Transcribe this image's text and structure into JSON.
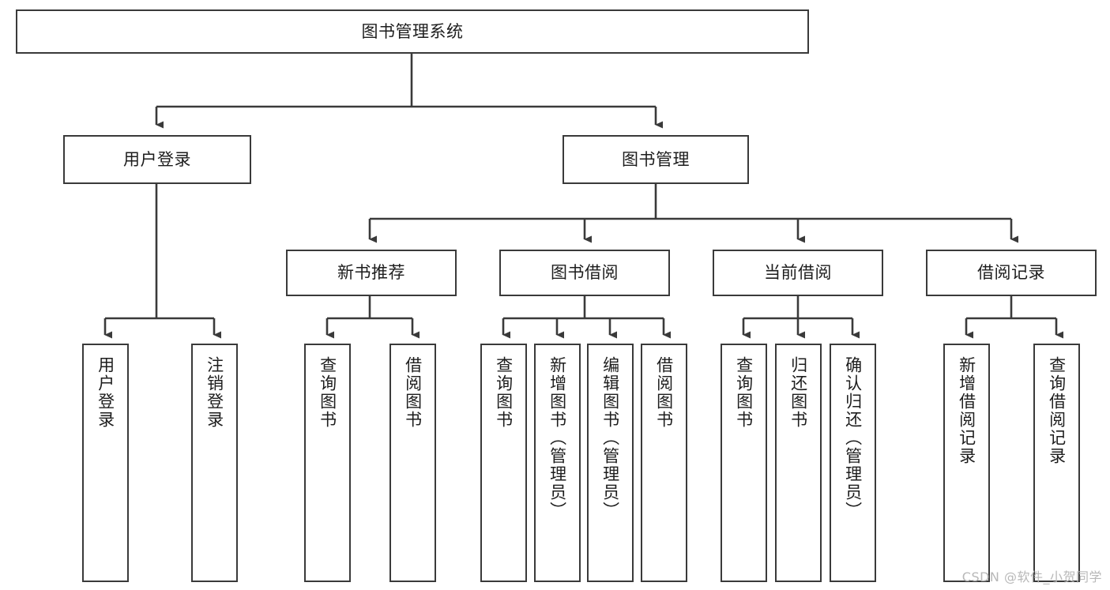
{
  "diagram": {
    "title": "图书管理系统",
    "type": "tree-hierarchy-diagram",
    "colors": {
      "box_border": "#3a3a3a",
      "box_fill": "#ffffff",
      "connector": "#3a3a3a",
      "text": "#1d1d1d",
      "watermark": "#b8b8b8",
      "background": "#ffffff"
    },
    "root": {
      "label": "图书管理系统"
    },
    "level2": [
      {
        "id": "user-login",
        "label": "用户登录"
      },
      {
        "id": "book-manage",
        "label": "图书管理"
      }
    ],
    "level3": [
      {
        "id": "new-book-recommend",
        "label": "新书推荐"
      },
      {
        "id": "book-borrow",
        "label": "图书借阅"
      },
      {
        "id": "current-borrow",
        "label": "当前借阅"
      },
      {
        "id": "borrow-record",
        "label": "借阅记录"
      }
    ],
    "leaves": {
      "user-login": [
        {
          "id": "leaf-user-login",
          "label": "用户登录"
        },
        {
          "id": "leaf-logout-login",
          "label": "注销登录"
        }
      ],
      "new-book-recommend": [
        {
          "id": "leaf-query-book-1",
          "label": "查询图书"
        },
        {
          "id": "leaf-borrow-book-1",
          "label": "借阅图书"
        }
      ],
      "book-borrow": [
        {
          "id": "leaf-query-book-2",
          "label": "查询图书"
        },
        {
          "id": "leaf-add-book",
          "label": "新增图书（管理员）"
        },
        {
          "id": "leaf-edit-book",
          "label": "编辑图书（管理员）"
        },
        {
          "id": "leaf-borrow-book-2",
          "label": "借阅图书"
        }
      ],
      "current-borrow": [
        {
          "id": "leaf-query-book-3",
          "label": "查询图书"
        },
        {
          "id": "leaf-return-book",
          "label": "归还图书"
        },
        {
          "id": "leaf-confirm-return",
          "label": "确认归还（管理员）"
        }
      ],
      "borrow-record": [
        {
          "id": "leaf-add-record",
          "label": "新增借阅记录"
        },
        {
          "id": "leaf-query-record",
          "label": "查询借阅记录"
        }
      ]
    },
    "watermark": "CSDN @软件_小贺同学"
  }
}
